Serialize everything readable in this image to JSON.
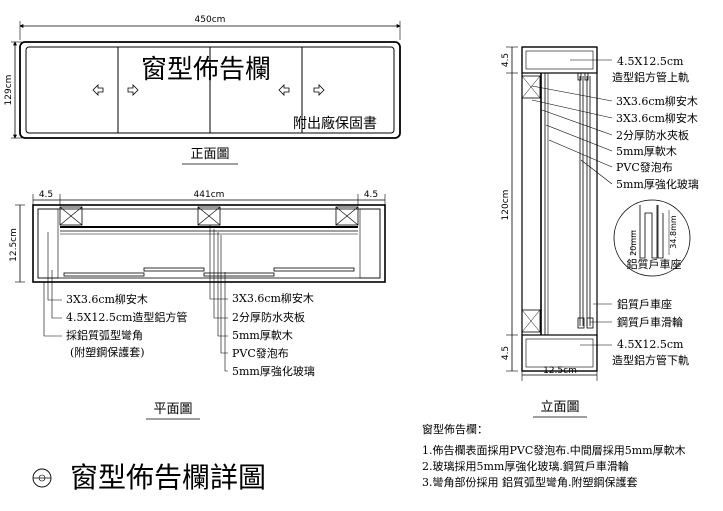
{
  "front_view": {
    "width_dim": "450cm",
    "height_dim": "129cm",
    "board_title": "窗型佈告欄",
    "warranty_note": "附出廠保固書",
    "caption": "正面圖"
  },
  "plan_view": {
    "left_dim": "4.5",
    "center_dim": "441cm",
    "right_dim": "4.5",
    "depth_dim": "12.5cm",
    "caption": "平面圖",
    "left_labels": [
      "3X3.6cm柳安木",
      "4.5X12.5cm造型鋁方管",
      "採鋁質弧型彎角",
      "(附塑鋼保護套)"
    ],
    "right_labels": [
      "3X3.6cm柳安木",
      "2分厚防水夾板",
      "5mm厚軟木",
      "PVC發泡布",
      "5mm厚強化玻璃"
    ]
  },
  "section_view": {
    "top_dim": "4.5",
    "height_dim": "120cm",
    "bottom_dim": "4.5",
    "width_dim": "12.5cm",
    "caption": "立面圖",
    "top_labels": [
      "4.5X12.5cm",
      "造型鋁方管上軌",
      "3X3.6cm柳安木",
      "3X3.6cm柳安木",
      "2分厚防水夾板",
      "5mm厚軟木",
      "PVC發泡布",
      "5mm厚強化玻璃"
    ],
    "detail_dims": [
      "20mm",
      "34.8mm"
    ],
    "detail_label": "鋁質戶車座",
    "bottom_labels": [
      "鋁質戶車座",
      "鋼質戶車滑輪",
      "4.5X12.5cm",
      "造型鋁方管下軌"
    ]
  },
  "notes": {
    "heading": "窗型佈告欄：",
    "items": [
      "1.佈告欄表面採用PVC發泡布.中間層採用5mm厚軟木",
      "2.玻璃採用5mm厚強化玻璃.鋼質戶車滑輪",
      "3.彎角部份採用 鋁質弧型彎角.附塑鋼保護套"
    ]
  },
  "drawing_title": "窗型佈告欄詳圖"
}
